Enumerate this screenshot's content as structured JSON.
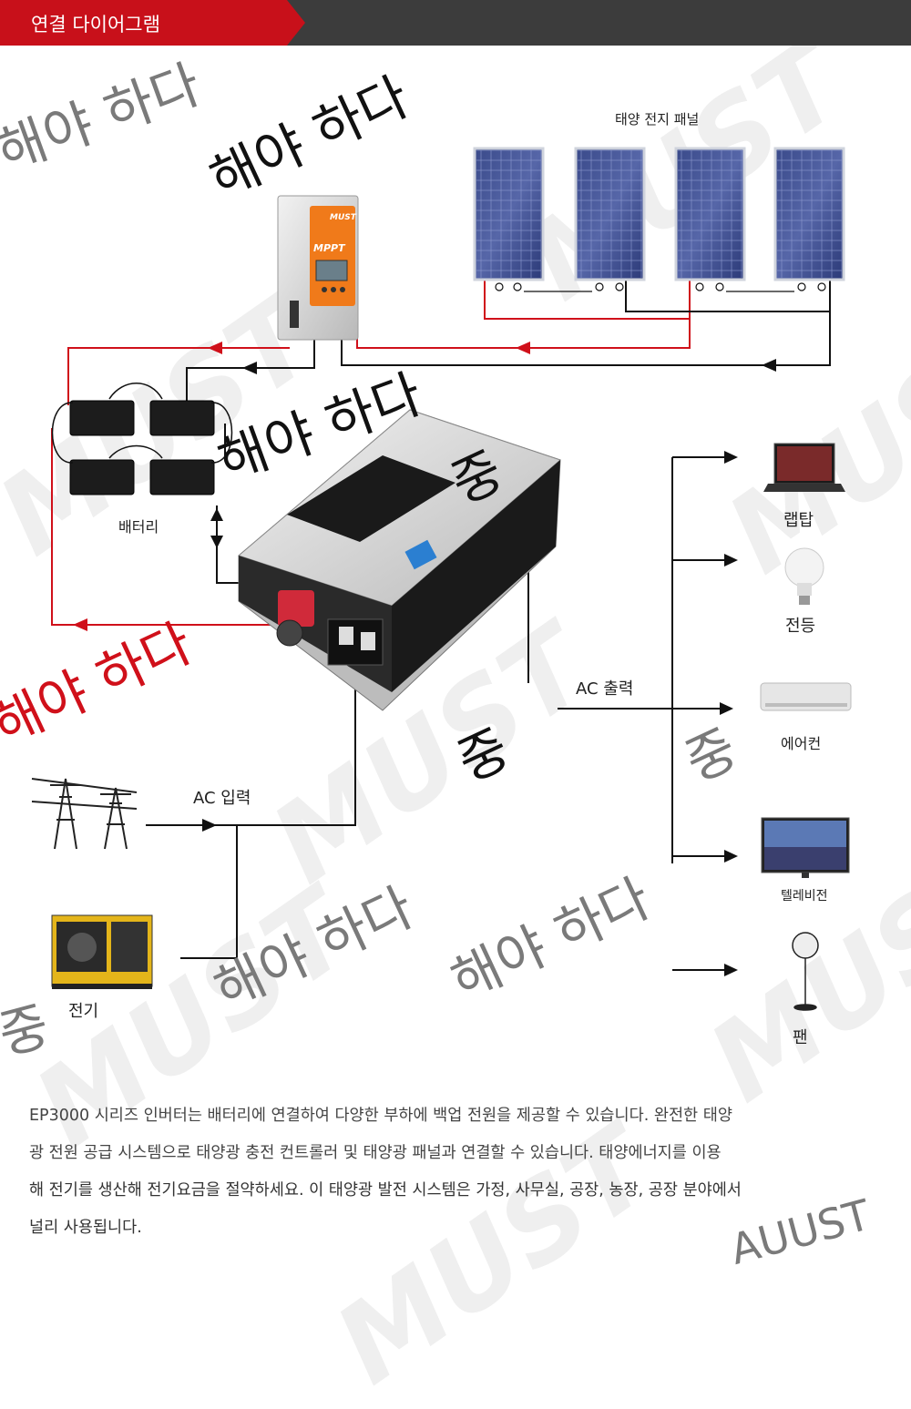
{
  "header": {
    "title": "연결 다이어그램"
  },
  "labels": {
    "solar_panel": "태양 전지 패널",
    "battery": "배터리",
    "laptop": "랩탑",
    "lamp": "전등",
    "air_conditioner": "에어컨",
    "tv": "텔레비전",
    "fan": "팬",
    "ac_output": "AC 출력",
    "ac_input": "AC 입력",
    "generator": "전기"
  },
  "watermarks": {
    "w1": "해야 하다",
    "w2": "해야 하다",
    "w3": "해야 하다",
    "w4": "중",
    "w5": "해야 하다",
    "w6": "중",
    "w7": "중",
    "w8": "중",
    "w9": "해야 하다",
    "w10": "해야 하다",
    "brand": "MUST",
    "brand_bottom": "AUUST"
  },
  "device_text": {
    "controller_brand": "MUST",
    "controller_model": "MPPT"
  },
  "description": {
    "line1": "EP3000 시리즈 인버터는 배터리에 연결하여 다양한 부하에 백업 전원을 제공할 수 있습니다. 완전한 태양",
    "line2": "광 전원 공급 시스템으로 태양광 충전 컨트롤러 및 태양광 패널과 연결할 수 있습니다. 태양에너지를 이용",
    "line3": "해 전기를 생산해 전기요금을 절약하세요. 이 태양광 발전 시스템은 가정, 사무실, 공장, 농장, 공장 분야에서",
    "line4": "널리 사용됩니다."
  },
  "colors": {
    "accent_red": "#c8101a",
    "header_bg": "#3c3c3c",
    "wire_red": "#d0101a",
    "wire_black": "#111111"
  }
}
